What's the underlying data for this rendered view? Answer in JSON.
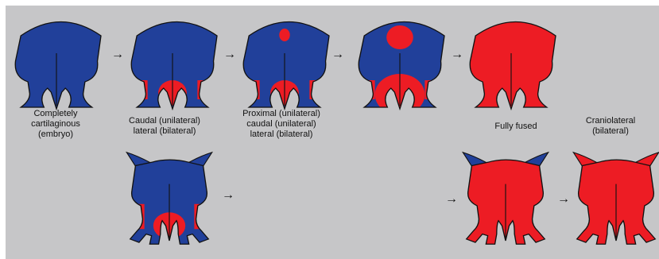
{
  "colors": {
    "background": "#c6c6c8",
    "cartilage": "#21409a",
    "bone": "#ed1c24",
    "outline": "#111111"
  },
  "stages": [
    {
      "label": "Completely\ncartilaginous\n(embryo)"
    },
    {
      "label": "Caudal (unilateral)\nlateral (bilateral)"
    },
    {
      "label": "Proximal (unilateral)\ncaudal (unilateral)\nlateral (bilateral)"
    },
    {
      "label": ""
    },
    {
      "label": ""
    }
  ],
  "lower_stages": [
    {
      "label": ""
    },
    {
      "label": "Fully fused"
    },
    {
      "label": "Craniolateral\n(bilateral)"
    }
  ],
  "arrow_glyph": "→"
}
